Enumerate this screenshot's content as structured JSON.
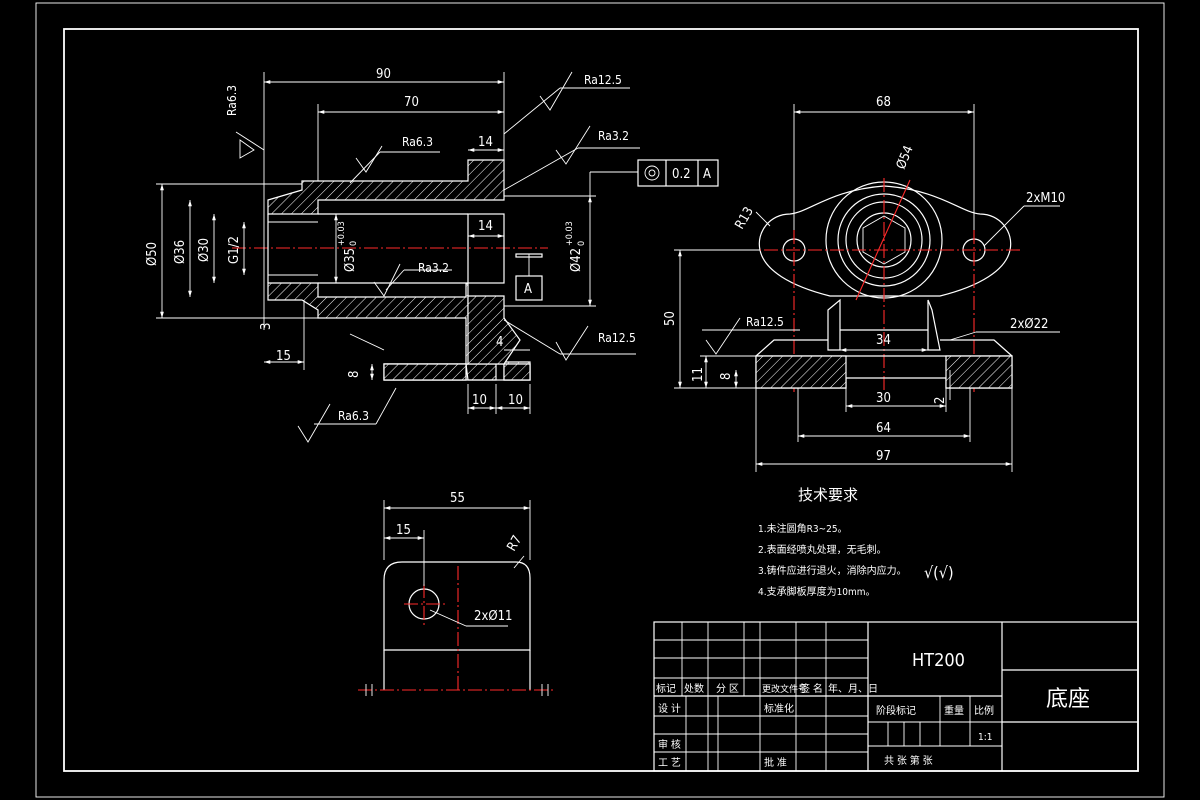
{
  "colors": {
    "background": "#000000",
    "lines": "#ffffff",
    "centerlines": "#ff2a2a"
  },
  "front_view": {
    "dims": {
      "d90": "90",
      "d70": "70",
      "d14_top": "14",
      "d14_mid": "14",
      "d15": "15",
      "d3": "3",
      "d4": "4",
      "d8": "8",
      "d10a": "10",
      "d10b": "10",
      "phi50": "Ø50",
      "phi36": "Ø36",
      "phi30": "Ø30",
      "g12": "G1/2",
      "phi35": "Ø35",
      "phi35_tol_up": "+0.03",
      "phi35_tol_low": "0",
      "phi42": "Ø42",
      "phi42_tol_up": "+0.03",
      "phi42_tol_low": "0"
    },
    "roughness": {
      "ra63_left": "Ra6.3",
      "ra125_top": "Ra12.5",
      "ra63_top": "Ra6.3",
      "ra32_top": "Ra3.2",
      "ra32_mid": "Ra3.2",
      "ra125_right": "Ra12.5",
      "ra63_bottom": "Ra6.3"
    },
    "tolerance": {
      "value": "0.2",
      "datum": "A"
    },
    "datum_label": "A"
  },
  "side_view": {
    "dims": {
      "d68": "68",
      "phi54": "Ø54",
      "r13": "R13",
      "holes": "2xM10",
      "d50": "50",
      "d34": "34",
      "d2xphi22": "2xØ22",
      "d11": "11",
      "d8": "8",
      "d30": "30",
      "d2": "2",
      "d64": "64",
      "d97": "97"
    },
    "roughness": {
      "ra125": "Ra12.5"
    }
  },
  "bottom_view": {
    "dims": {
      "d55": "55",
      "d15": "15",
      "r7": "R7",
      "holes": "2xØ11"
    }
  },
  "tech_requirements": {
    "title": "技术要求",
    "items": [
      "1.未注圆角R3~25。",
      "2.表面经喷丸处理，无毛刺。",
      "3.铸件应进行退火，消除内应力。",
      "4.支承脚板厚度为10mm。"
    ],
    "symbol_text": "√(√)"
  },
  "title_block": {
    "material": "HT200",
    "part_name": "底座",
    "scale_label": "比例",
    "scale_value": "1:1",
    "weight_label": "重量",
    "stage_label": "阶段标记",
    "sheets": "共  张 第  张",
    "rev_headers": [
      "标记",
      "处数",
      "分 区",
      "更改文件号",
      "签 名",
      "年、月、日"
    ],
    "roles": [
      "设 计",
      "审 核",
      "工 艺"
    ],
    "standardize": "标准化",
    "approve": "批 准"
  }
}
